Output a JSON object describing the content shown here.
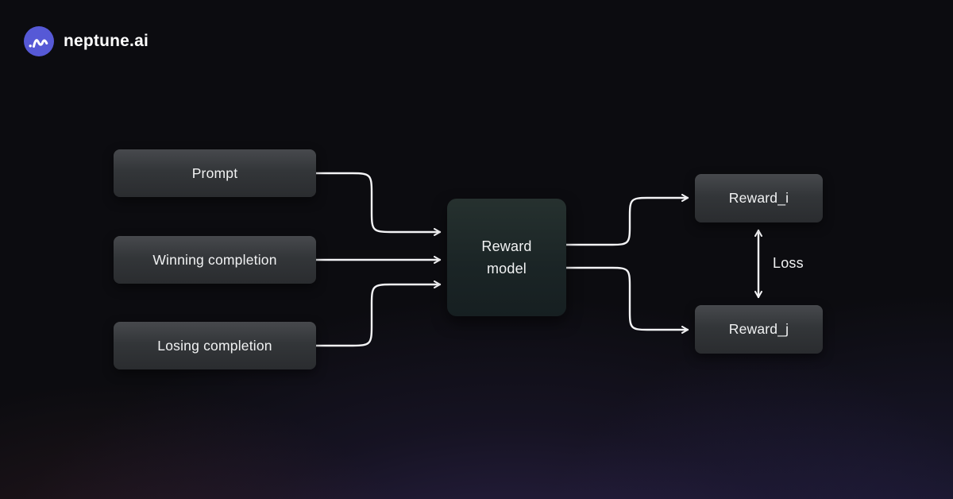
{
  "brand": {
    "name": "neptune.ai",
    "logo_icon": "waveform-icon",
    "logo_background": "#5659d6"
  },
  "diagram": {
    "nodes": [
      {
        "id": "prompt",
        "label": "Prompt"
      },
      {
        "id": "winning_completion",
        "label": "Winning completion"
      },
      {
        "id": "losing_completion",
        "label": "Losing completion"
      },
      {
        "id": "reward_model",
        "label": "Reward model"
      },
      {
        "id": "reward_i",
        "label": "Reward_i"
      },
      {
        "id": "reward_j",
        "label": "Reward_j"
      }
    ],
    "edges": [
      {
        "from": "prompt",
        "to": "reward_model"
      },
      {
        "from": "winning_completion",
        "to": "reward_model"
      },
      {
        "from": "losing_completion",
        "to": "reward_model"
      },
      {
        "from": "reward_model",
        "to": "reward_i"
      },
      {
        "from": "reward_model",
        "to": "reward_j"
      },
      {
        "from": "reward_i",
        "to": "reward_j",
        "bidirectional": true,
        "label": "Loss"
      }
    ],
    "loss_label": "Loss"
  },
  "colors": {
    "background": "#0c0c10",
    "glow_purple": "#564092",
    "glow_red": "#683442",
    "node_fill_top": "#47494d",
    "node_fill_bottom": "#2a2c2f",
    "model_fill": "#1b2526",
    "arrow": "#f4f4f6",
    "text": "#f1f2f3"
  }
}
